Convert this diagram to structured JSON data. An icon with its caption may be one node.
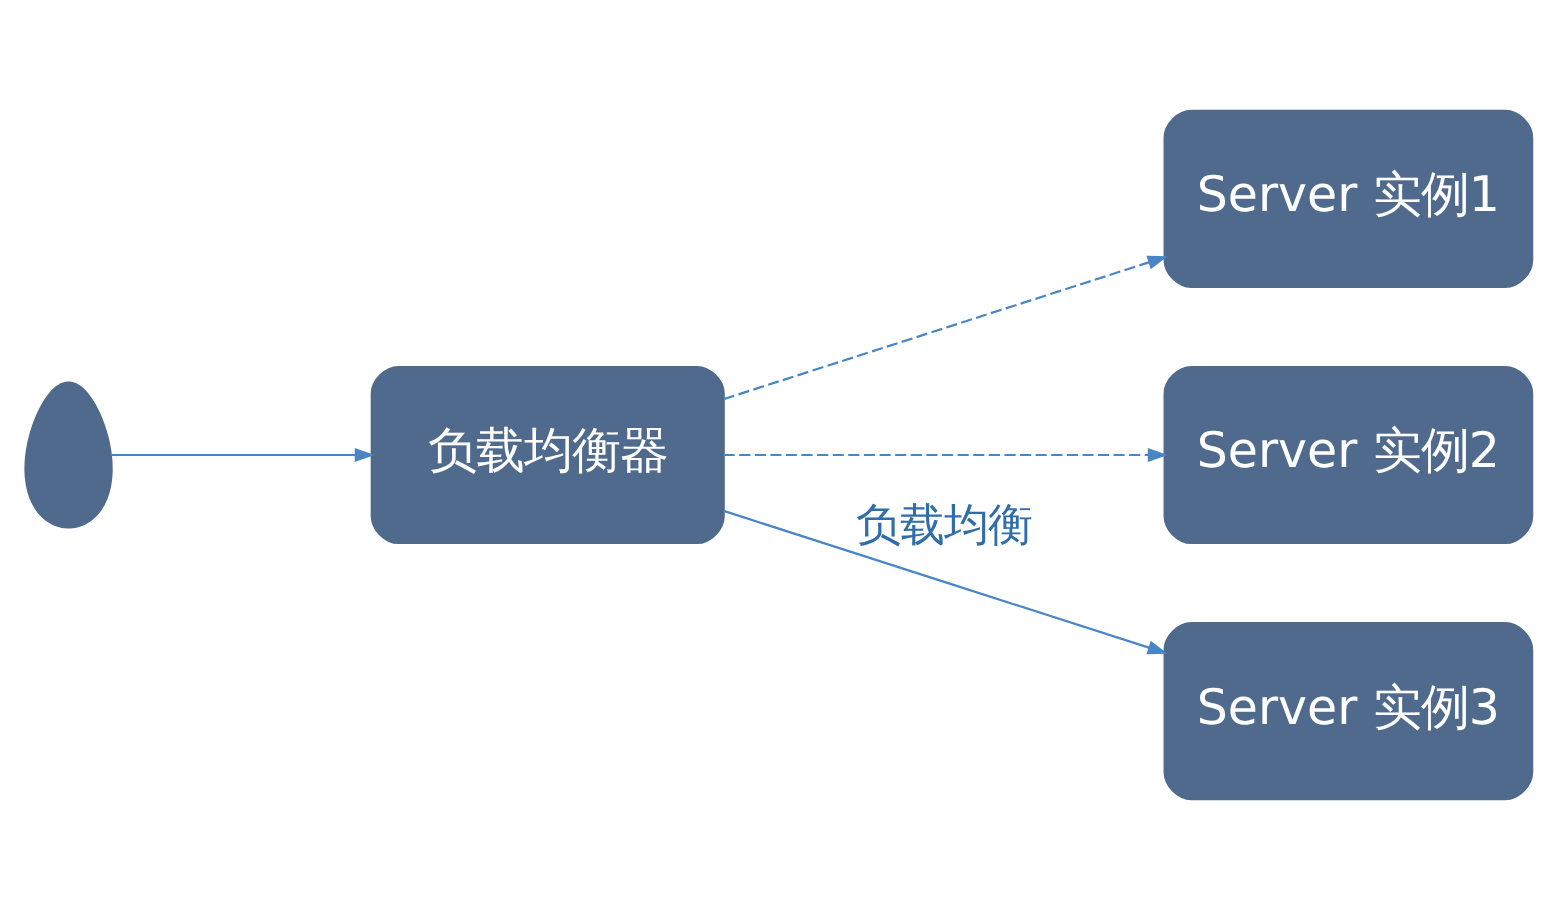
{
  "diagram": {
    "nodes": [
      {
        "text": [],
        "shape": "person"
      },
      {
        "text": [
          "负载均衡器"
        ]
      },
      {
        "text": [
          "Server 实例1"
        ]
      },
      {
        "text": [
          "Server 实例2"
        ]
      },
      {
        "text": [
          "Server 实例3"
        ]
      }
    ],
    "edges": [
      {
        "from": 0,
        "to": 1,
        "arrow": "to"
      },
      {
        "from": 1,
        "to": 2,
        "arrow": "to",
        "style": "dashed"
      },
      {
        "from": 1,
        "to": 3,
        "arrow": "to",
        "style": "dashed"
      },
      {
        "from": 1,
        "to": 4,
        "arrow": "to",
        "label": "负载均衡"
      }
    ]
  }
}
